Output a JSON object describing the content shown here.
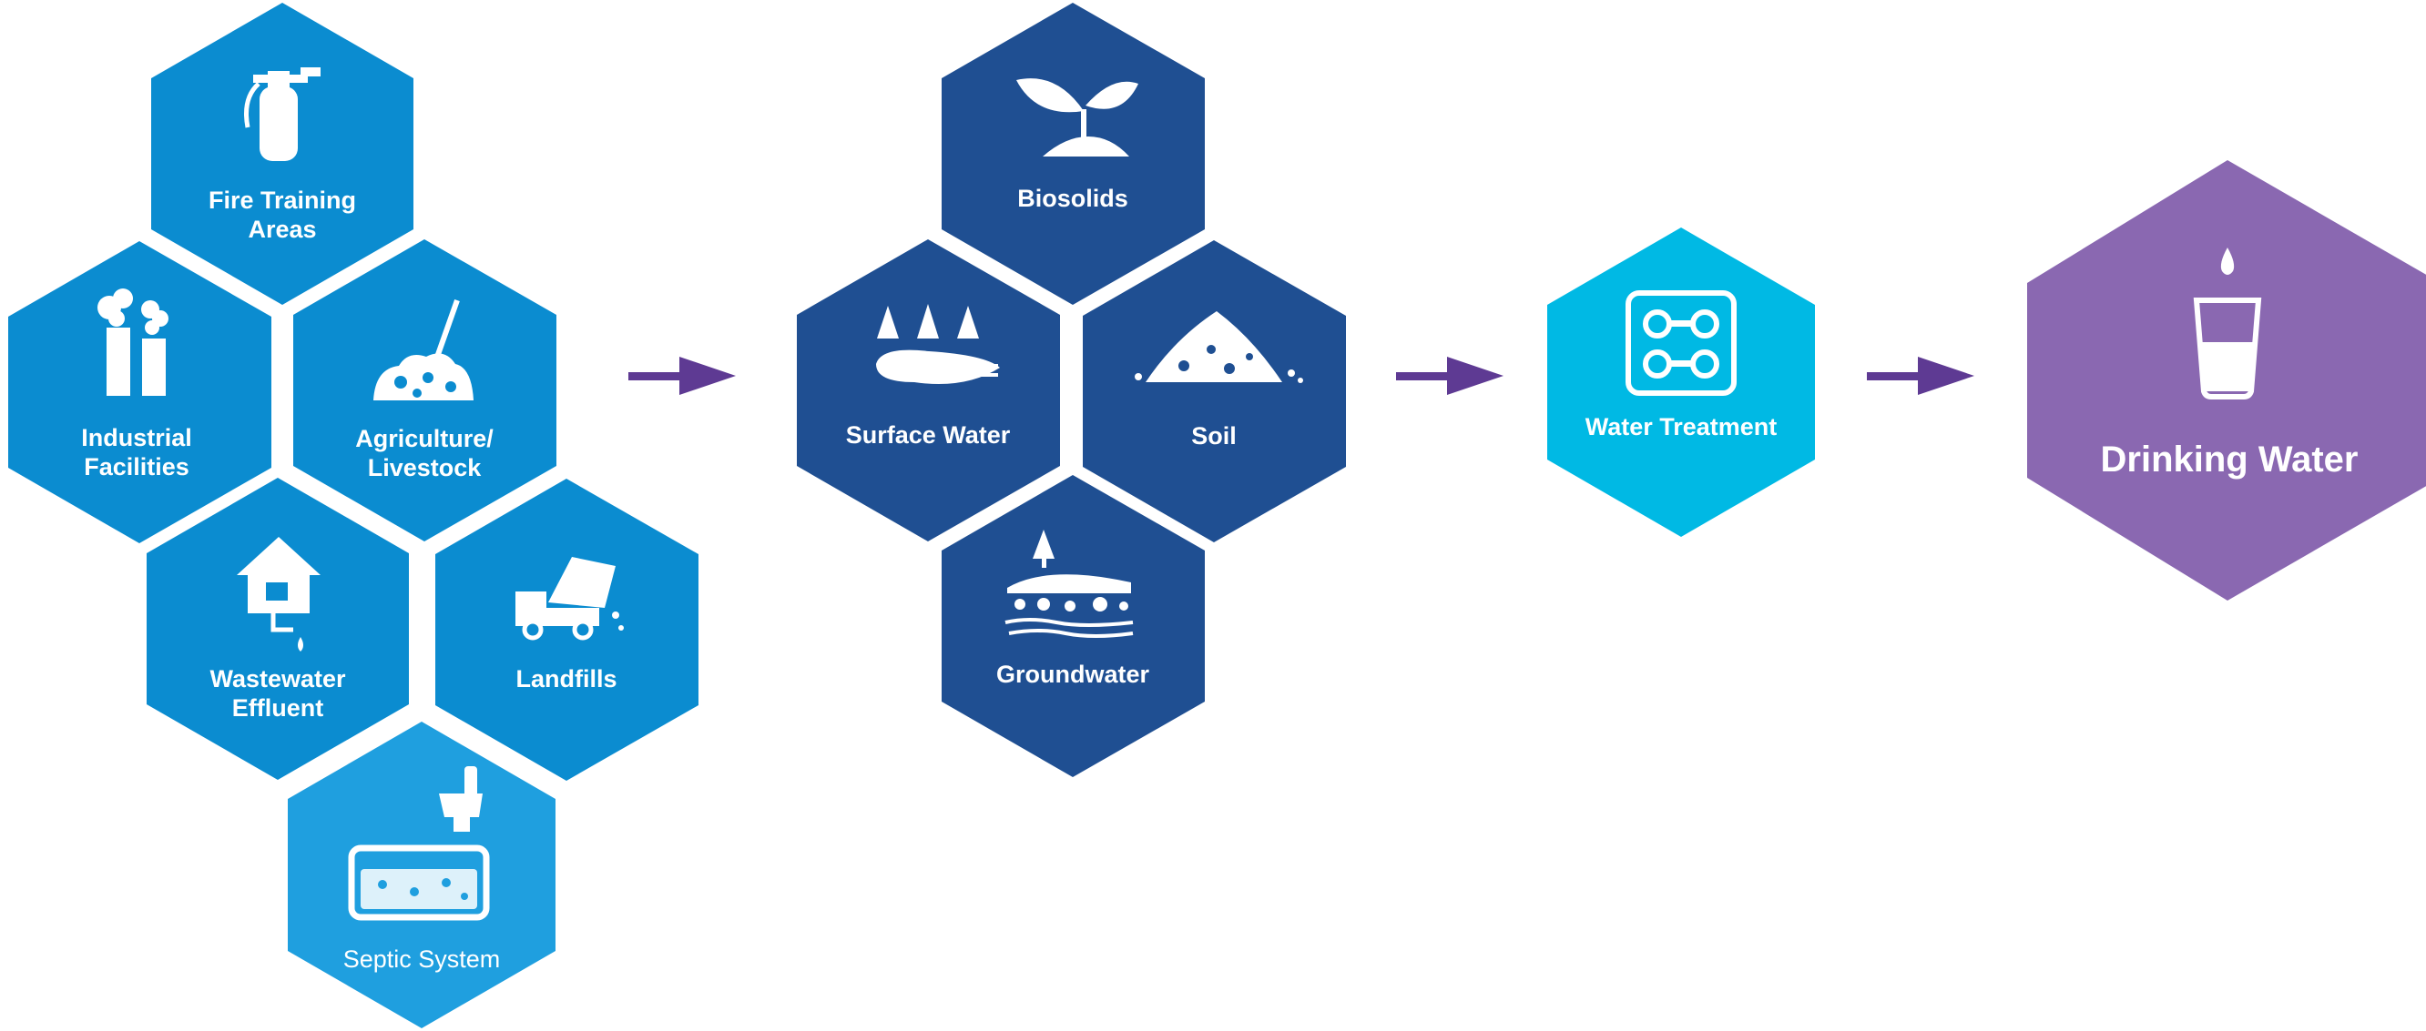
{
  "colors": {
    "sources": "#0b8cd0",
    "septic": "#1f9fdf",
    "pathways": "#1f4f92",
    "treatment": "#00b9e4",
    "drinking": "#8a68b1",
    "arrow": "#5e3a93"
  },
  "sources": {
    "fire_training": {
      "label_1": "Fire Training",
      "label_2": "Areas",
      "icon": "fire-extinguisher-icon"
    },
    "industrial": {
      "label_1": "Industrial",
      "label_2": "Facilities",
      "icon": "factory-icon"
    },
    "agriculture": {
      "label_1": "Agriculture/",
      "label_2": "Livestock",
      "icon": "manure-pile-icon"
    },
    "wastewater": {
      "label_1": "Wastewater",
      "label_2": "Effluent",
      "icon": "house-drain-icon"
    },
    "landfills": {
      "label": "Landfills",
      "icon": "dump-truck-icon"
    },
    "septic": {
      "label": "Septic System",
      "icon": "septic-tank-icon"
    }
  },
  "pathways": {
    "biosolids": {
      "label": "Biosolids",
      "icon": "sprout-icon"
    },
    "surface_water": {
      "label": "Surface Water",
      "icon": "lake-trees-icon"
    },
    "soil": {
      "label": "Soil",
      "icon": "soil-pile-icon"
    },
    "groundwater": {
      "label": "Groundwater",
      "icon": "groundwater-icon"
    }
  },
  "treatment": {
    "label": "Water Treatment",
    "icon": "treatment-plant-icon"
  },
  "drinking": {
    "label": "Drinking Water",
    "icon": "water-glass-icon"
  }
}
